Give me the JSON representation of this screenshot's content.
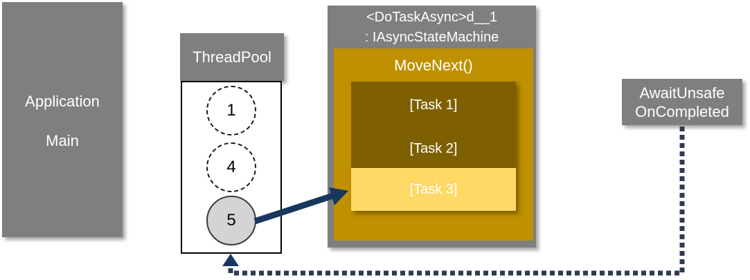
{
  "diagram": {
    "application": {
      "line1": "Application",
      "line2": "Main"
    },
    "threadpool": {
      "title": "ThreadPool",
      "threads": [
        {
          "id": "1",
          "state": "idle-dashed"
        },
        {
          "id": "4",
          "state": "idle-dashed"
        },
        {
          "id": "5",
          "state": "active"
        }
      ]
    },
    "state_machine": {
      "title_line1": "<DoTaskAsync>d__1",
      "title_line2": ": IAsyncStateMachine",
      "method": "MoveNext()",
      "tasks": [
        {
          "label": "[Task 1]",
          "state": "completed"
        },
        {
          "label": "[Task 2]",
          "state": "completed"
        },
        {
          "label": "[Task 3]",
          "state": "current"
        }
      ]
    },
    "await_box": {
      "line1": "AwaitUnsafe",
      "line2": "OnCompleted"
    },
    "connectors": {
      "solid_arrow": "thread-5 to [Task 3]",
      "dotted_arrow": "AwaitUnsafeOnCompleted back to ThreadPool"
    },
    "colors": {
      "box_gray": "#7F7F7F",
      "gold": "#BF9000",
      "dark_olive": "#7F6000",
      "light_gold": "#FFD966",
      "arrow_navy": "#17375E",
      "dotted_slate": "#2E3B50",
      "active_thread_fill": "#D4D4D4"
    }
  }
}
